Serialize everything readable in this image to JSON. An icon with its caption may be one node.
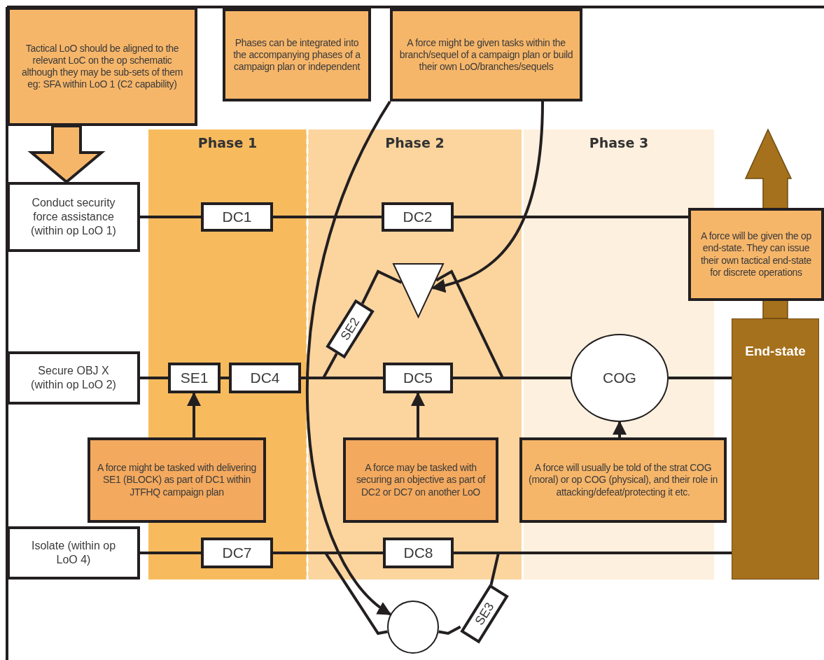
{
  "diagram": {
    "nodes": [
      {
        "text": [
          "Tactical LoO should be aligned to the relevant LoC on the op schematic although they may be sub-sets of them eg: SFA within LoO 1 (C2 capability)"
        ]
      },
      {
        "text": [
          "Phases can be integrated into the accompanying phases of a campaign plan or independent"
        ]
      },
      {
        "text": [
          "A force might be given tasks within the branch/sequel of a campaign plan or build their own LoO/branches/sequels"
        ]
      },
      {
        "text": [
          "Phase 1"
        ]
      },
      {
        "text": [
          "Phase 2"
        ]
      },
      {
        "text": [
          "Phase 3"
        ]
      },
      {
        "text": [
          "Conduct security force assistance (within op LoO 1)"
        ]
      },
      {
        "text": [
          "DC1"
        ],
        "in": 3
      },
      {
        "text": [
          "DC2"
        ],
        "in": 4
      },
      {
        "text": [],
        "shape": "triangle",
        "in": 4
      },
      {
        "text": [
          "A force will be given the op end-state. They can issue their own tactical end-state for discrete operations"
        ]
      },
      {
        "text": [
          "End-state"
        ]
      },
      {
        "text": [
          "SE2"
        ],
        "in": 4
      },
      {
        "text": [
          "Secure OBJ X (within op LoO 2)"
        ]
      },
      {
        "text": [
          "SE1"
        ],
        "in": 3
      },
      {
        "text": [
          "DC4"
        ],
        "in": 3
      },
      {
        "text": [
          "DC5"
        ],
        "in": 4
      },
      {
        "text": [
          "COG"
        ],
        "in": 5
      },
      {
        "text": [
          "A force might be tasked with delivering SE1 (BLOCK) as part of DC1 within JTFHQ campaign plan"
        ]
      },
      {
        "text": [
          "A force may be tasked with securing an objective as part of DC2 or DC7 on another LoO"
        ],
        "in": 4
      },
      {
        "text": [
          "A force will usually be told of the strat COG (moral) or op COG (physical), and their role in attacking/defeat/protecting it etc."
        ]
      },
      {
        "text": [
          "Isolate (within op LoO 4)"
        ]
      },
      {
        "text": [
          "DC7"
        ],
        "in": 3
      },
      {
        "text": [
          "DC8"
        ],
        "in": 4
      },
      {
        "text": [
          "SE3"
        ]
      },
      {
        "text": [],
        "shape": "circle"
      }
    ],
    "edges": [
      {
        "from": 0,
        "to": 6,
        "arrow": "to",
        "style": "thick"
      },
      {
        "from": 6,
        "to": 7,
        "arrow": "none"
      },
      {
        "from": 7,
        "to": 8,
        "arrow": "none"
      },
      {
        "from": 8,
        "to": 10,
        "arrow": "none"
      },
      {
        "from": 13,
        "to": 14,
        "arrow": "none"
      },
      {
        "from": 14,
        "to": 15,
        "arrow": "none"
      },
      {
        "from": 15,
        "to": 16,
        "arrow": "none"
      },
      {
        "from": 16,
        "to": 17,
        "arrow": "none"
      },
      {
        "from": 17,
        "to": 11,
        "arrow": "none"
      },
      {
        "from": 15,
        "to": 12,
        "arrow": "none"
      },
      {
        "from": 12,
        "to": 9,
        "arrow": "none"
      },
      {
        "from": 9,
        "to": 17,
        "arrow": "none"
      },
      {
        "from": 18,
        "to": 14,
        "arrow": "to"
      },
      {
        "from": 19,
        "to": 16,
        "arrow": "to"
      },
      {
        "from": 20,
        "to": 17,
        "arrow": "to"
      },
      {
        "from": 21,
        "to": 22,
        "arrow": "none"
      },
      {
        "from": 22,
        "to": 23,
        "arrow": "none"
      },
      {
        "from": 23,
        "to": 11,
        "arrow": "none"
      },
      {
        "from": 23,
        "to": 24,
        "arrow": "none"
      },
      {
        "from": 24,
        "to": 25,
        "arrow": "none"
      },
      {
        "from": 22,
        "to": 25,
        "arrow": "none"
      },
      {
        "from": 2,
        "to": 25,
        "arrow": "to"
      },
      {
        "from": 2,
        "to": 9,
        "arrow": "to"
      }
    ]
  }
}
